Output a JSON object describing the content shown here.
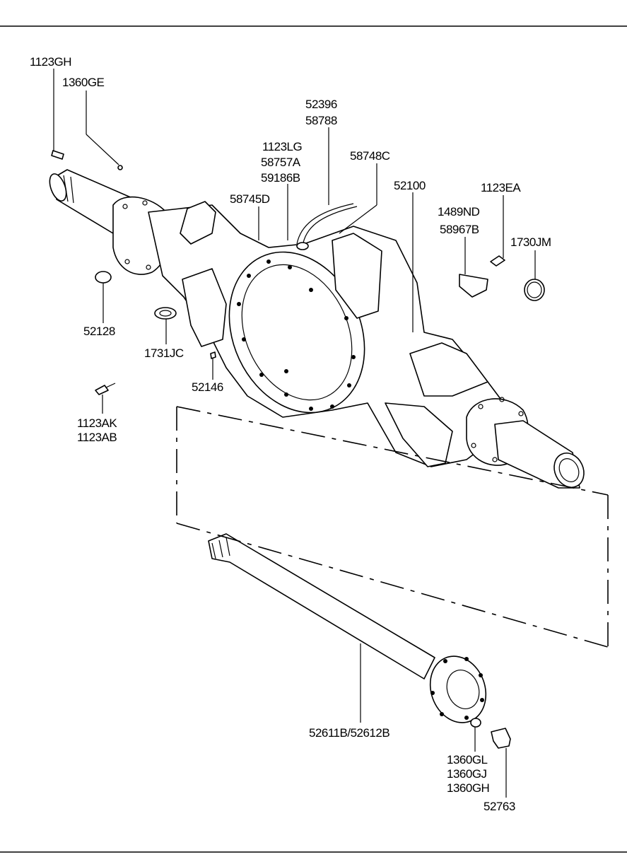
{
  "labels": {
    "l_1123GH": "1123GH",
    "l_1360GE": "1360GE",
    "l_52396": "52396",
    "l_58788": "58788",
    "l_1123LG": "1123LG",
    "l_58757A": "58757A",
    "l_59186B": "59186B",
    "l_58748C": "58748C",
    "l_58745D": "58745D",
    "l_52100": "52100",
    "l_1123EA": "1123EA",
    "l_1489ND": "1489ND",
    "l_58967B": "58967B",
    "l_1730JM": "1730JM",
    "l_52128": "52128",
    "l_1731JC": "1731JC",
    "l_52146": "52146",
    "l_1123AK": "1123AK",
    "l_1123AB": "1123AB",
    "l_52611B": "52611B/52612B",
    "l_1360GL": "1360GL",
    "l_1360GJ": "1360GJ",
    "l_1360GH": "1360GH",
    "l_52763": "52763"
  }
}
